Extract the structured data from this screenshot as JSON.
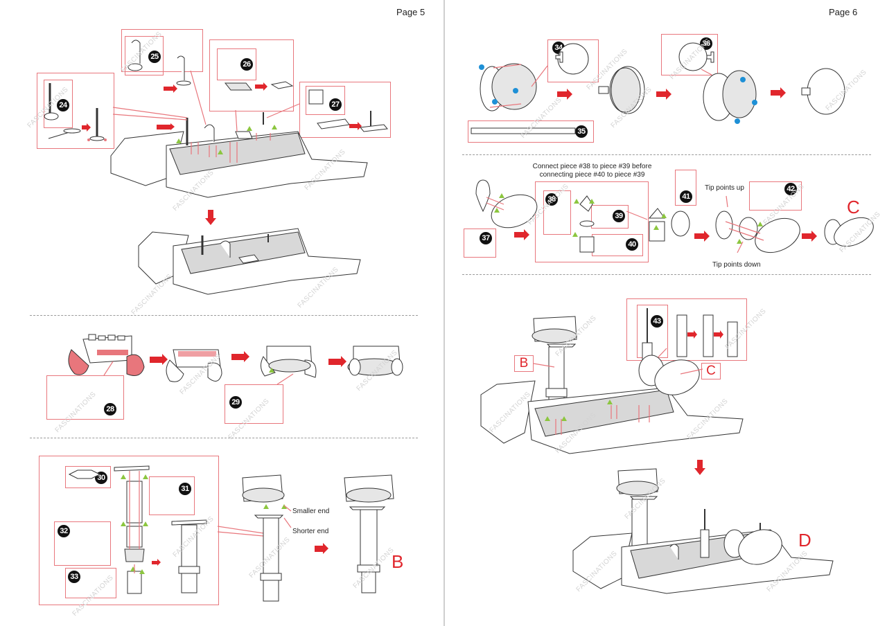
{
  "pages": [
    {
      "label": "Page 5",
      "pieces": [
        "24",
        "25",
        "26",
        "27",
        "28",
        "29",
        "30",
        "31",
        "32",
        "33"
      ],
      "annotations": {
        "smaller_end": "Smaller end",
        "shorter_end": "Shorter end"
      },
      "section_letters": [
        "B"
      ]
    },
    {
      "label": "Page 6",
      "pieces": [
        "34",
        "35",
        "36",
        "37",
        "38",
        "39",
        "40",
        "41",
        "42",
        "43"
      ],
      "annotations": {
        "connect_note": "Connect piece #38 to piece #39 before connecting piece #40 to piece #39",
        "connect_note_line1": "Connect piece #38 to piece #39 before",
        "connect_note_line2": "connecting piece #40 to piece #39",
        "tip_up": "Tip points up",
        "tip_down": "Tip points down"
      },
      "section_letters": [
        "C",
        "B",
        "C",
        "D"
      ]
    }
  ],
  "watermark": "FASCINATIONS",
  "colors": {
    "accent_red": "#e0262c",
    "callout_border": "#e8767c",
    "marker_green": "#8cc63f",
    "marker_blue": "#1e90d6",
    "plate_gray": "#d8d8d8"
  }
}
